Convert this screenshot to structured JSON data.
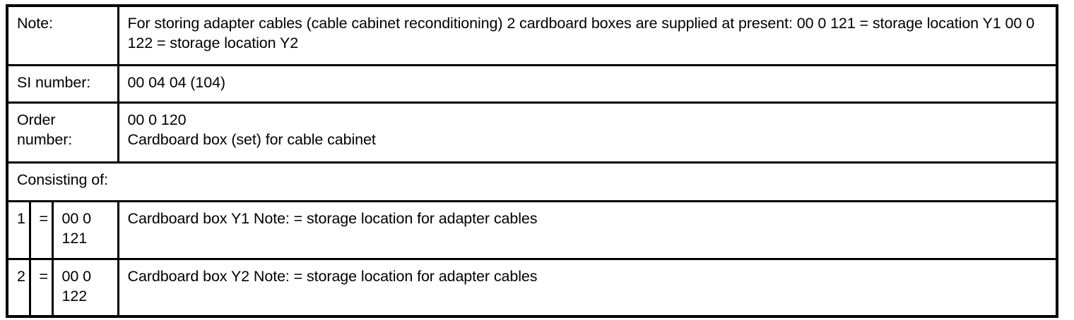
{
  "document": {
    "type": "specification-table",
    "rows": [
      {
        "id": "note",
        "label": "Note:",
        "value": "For storing adapter cables (cable cabinet reconditioning) 2 cardboard boxes are supplied at present: 00 0 121 = storage location Y1 00 0 122 = storage location Y2"
      },
      {
        "id": "si-number",
        "label": "SI number:",
        "value": "00 04 04 (104)"
      },
      {
        "id": "order-number",
        "label_line1": "Order",
        "label_line2": "number:",
        "value_line1": "00 0 120",
        "value_line2": "Cardboard box (set) for cable cabinet"
      },
      {
        "id": "consisting-of",
        "label": "Consisting of:"
      }
    ],
    "items": [
      {
        "index": "1",
        "equals": "=",
        "part_line1": "00 0",
        "part_line2": "121",
        "description": "Cardboard box Y1 Note: = storage location for adapter cables"
      },
      {
        "index": "2",
        "equals": "=",
        "part_line1": "00 0",
        "part_line2": "122",
        "description": "Cardboard box Y2 Note: = storage location for adapter cables"
      }
    ]
  }
}
